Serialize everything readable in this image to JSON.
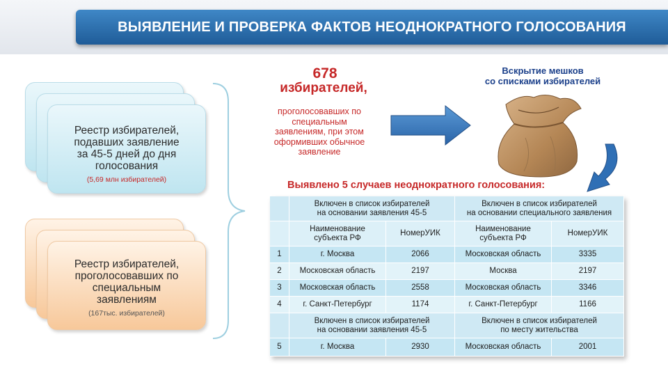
{
  "title": "ВЫЯВЛЕНИЕ И ПРОВЕРКА ФАКТОВ НЕОДНОКРАТНОГО ГОЛОСОВАНИЯ",
  "registry_45_5": {
    "text_lines": [
      "Реестр избирателей,",
      "подавших заявление",
      "за 45-5 дней до дня",
      "голосования"
    ],
    "count": "(5,69 млн избирателей)"
  },
  "registry_special": {
    "text_lines": [
      "Реестр избирателей,",
      "проголосовавших по",
      "специальным",
      "заявлениям"
    ],
    "count": "(167тыс. избирателей)"
  },
  "voters": {
    "number": "678",
    "label": "избирателей,",
    "description_lines": [
      "проголосовавших по",
      "специальным",
      "заявлениям, при этом",
      "оформивших обычное",
      "заявление"
    ]
  },
  "bag_caption_lines": [
    "Вскрытие мешков",
    "со списками избирателей"
  ],
  "found_text": "Выявлено 5 случаев неоднократного голосования:",
  "table": {
    "group_a": [
      "Включен в список избирателей",
      "на основании заявления 45-5"
    ],
    "group_b": [
      "Включен в список избирателей",
      "на основании специального заявления"
    ],
    "col_region": [
      "Наименование",
      "субъекта РФ"
    ],
    "col_uik": "НомерУИК",
    "rows": [
      {
        "n": "1",
        "a_region": "г. Москва",
        "a_uik": "2066",
        "b_region": "Московская область",
        "b_uik": "3335"
      },
      {
        "n": "2",
        "a_region": "Московская область",
        "a_uik": "2197",
        "b_region": "Москва",
        "b_uik": "2197"
      },
      {
        "n": "3",
        "a_region": "Московская область",
        "a_uik": "2558",
        "b_region": "Московская область",
        "b_uik": "3346"
      },
      {
        "n": "4",
        "a_region": "г. Санкт-Петербург",
        "a_uik": "1174",
        "b_region": "г. Санкт-Петербург",
        "b_uik": "1166"
      }
    ],
    "group_c": [
      "Включен в список избирателей",
      "на основании заявления 45-5"
    ],
    "group_d": [
      "Включен в список избирателей",
      "по месту жительства"
    ],
    "row5": {
      "n": "5",
      "a_region": "г. Москва",
      "a_uik": "2930",
      "b_region": "Московская область",
      "b_uik": "2001"
    }
  },
  "colors": {
    "accent_red": "#c62828",
    "banner_blue": "#2f73b5",
    "caption_blue": "#1a3f8a",
    "arrow_blue": "#2f6fb5"
  }
}
